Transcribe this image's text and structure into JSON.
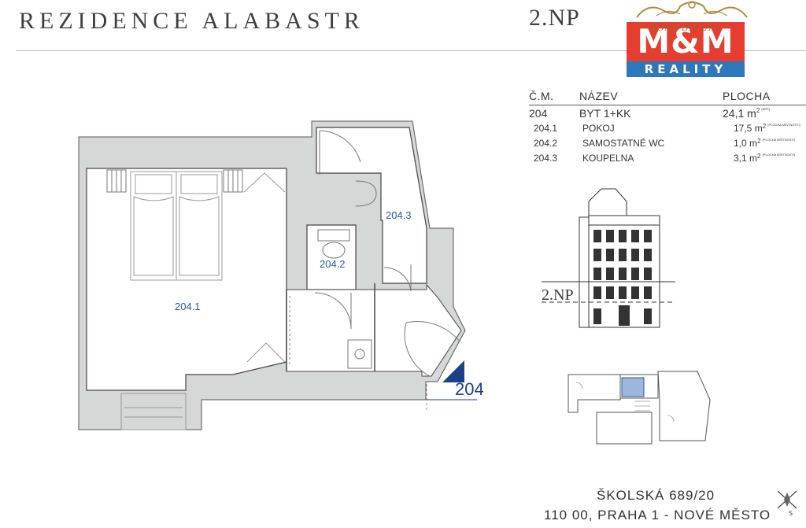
{
  "header": {
    "title": "REZIDENCE ALABASTR",
    "floor": "2.NP"
  },
  "logo": {
    "line1": "HOME DELUXE",
    "mark": "M&M",
    "brand": "REALITY",
    "colors": {
      "red": "#e53d2f",
      "blue": "#2d77bd",
      "gold": "#b08a3c"
    }
  },
  "table": {
    "headers": {
      "id": "Č.M.",
      "name": "NÁZEV",
      "area": "PLOCHA"
    },
    "unit": {
      "id": "204",
      "name": "BYT 1+KK",
      "area": "24,1 m",
      "area_sup": "2",
      "area_note": "(NPP)"
    },
    "rooms": [
      {
        "id": "204.1",
        "name": "POKOJ",
        "area": "17,5 m",
        "area_sup": "2",
        "note": "(PLOCHA MÍSTNOSTI)"
      },
      {
        "id": "204.2",
        "name": "SAMOSTATNÉ WC",
        "area": "1,0 m",
        "area_sup": "2",
        "note": "(PLOCHA MÍSTNOSTI)"
      },
      {
        "id": "204.3",
        "name": "KOUPELNA",
        "area": "3,1 m",
        "area_sup": "2",
        "note": "(PLOCHA MÍSTNOSTI)"
      }
    ]
  },
  "plan": {
    "room_labels": {
      "r1": "204.1",
      "r2": "204.2",
      "r3": "204.3"
    },
    "unit_label": "204",
    "accent": "#1e3f8a"
  },
  "facade": {
    "floor_label": "2.NP"
  },
  "address": {
    "line1": "ŠKOLSKÁ 689/20",
    "line2": "110 00, PRAHA 1 - NOVÉ MĚSTO"
  },
  "compass": {
    "letter": "S"
  }
}
